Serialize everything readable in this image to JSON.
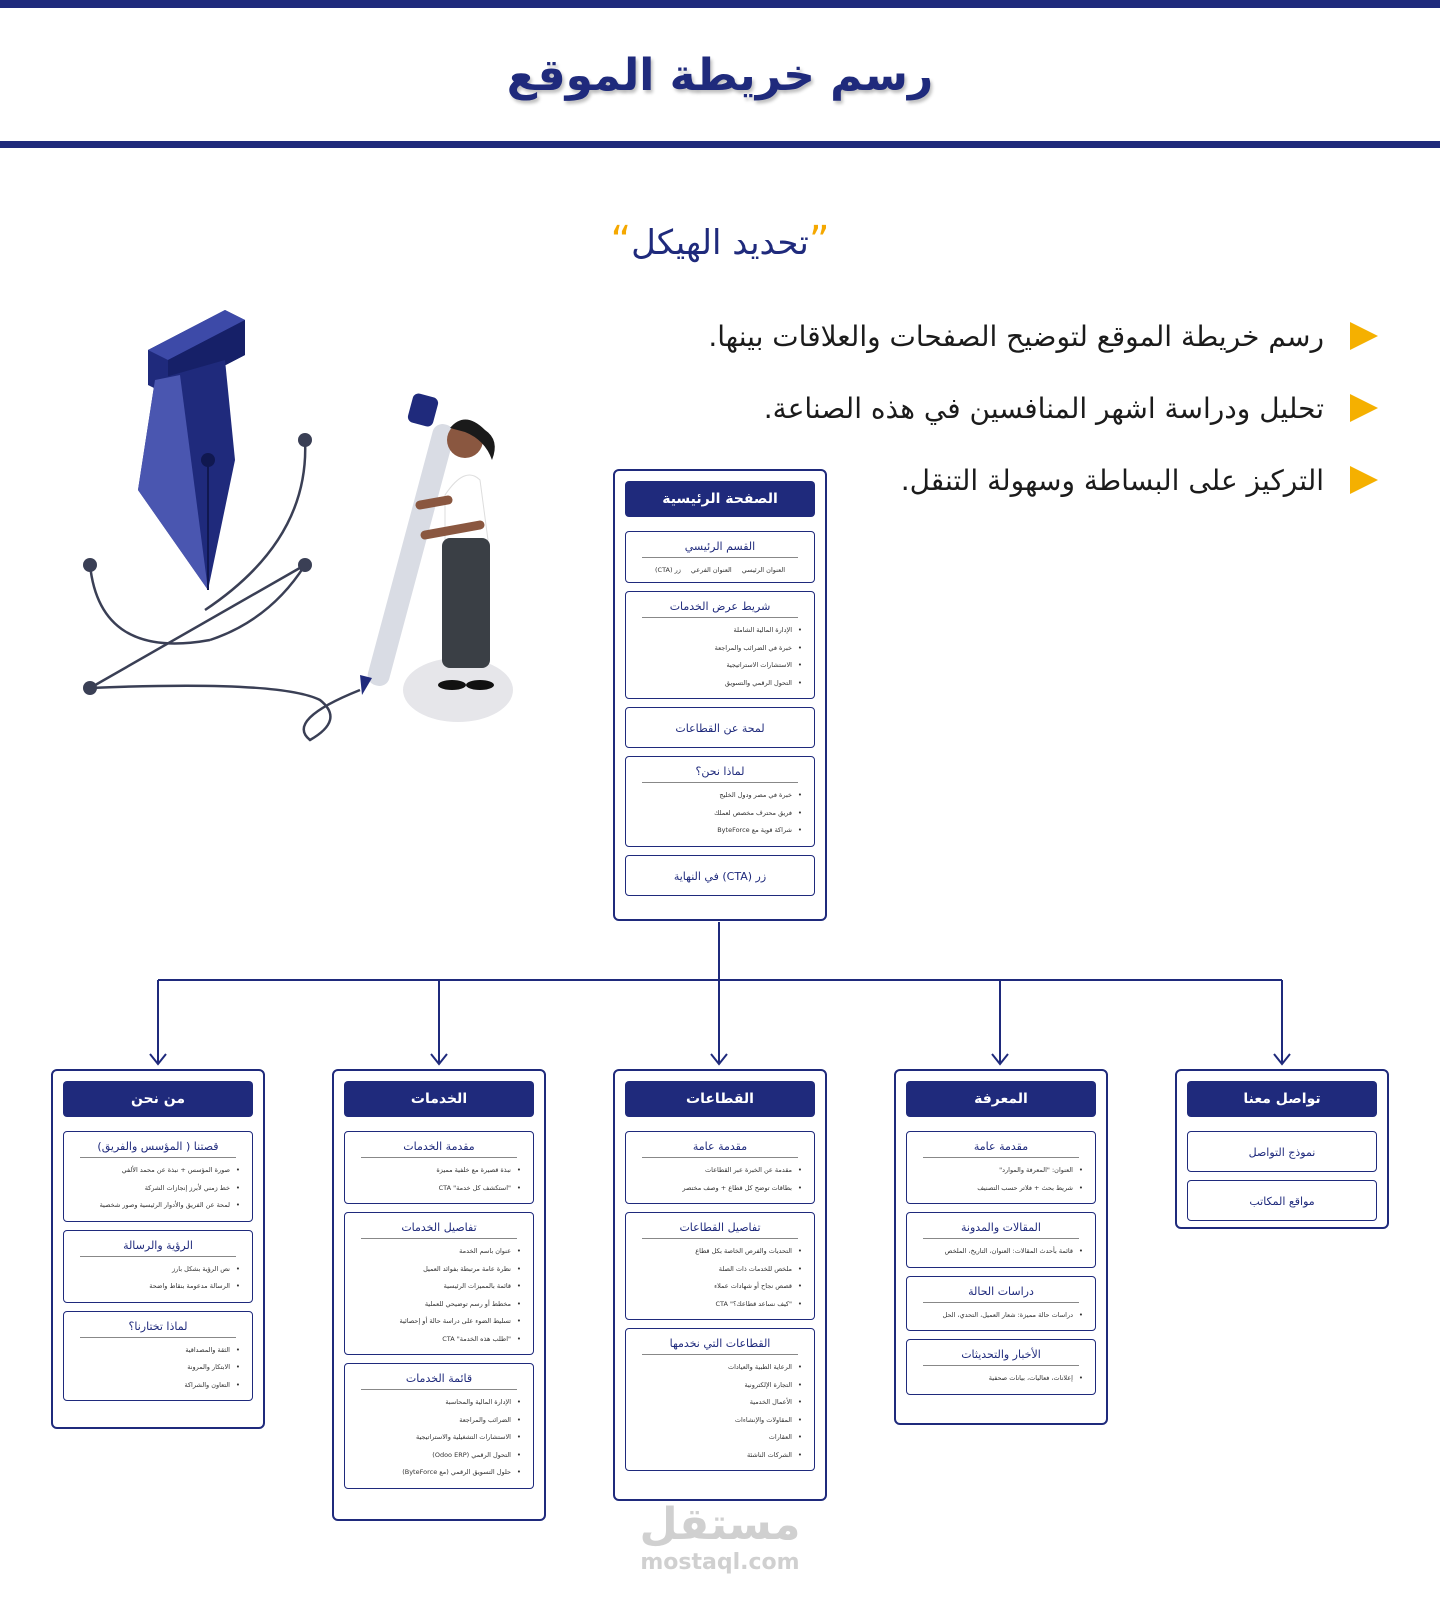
{
  "header": {
    "title": "رسم خريطة الموقع",
    "subtitle": "تحديد الهيكل",
    "quote_open": "“",
    "quote_close": "”"
  },
  "bullets": [
    "رسم خريطة الموقع لتوضيح الصفحات والعلاقات بينها.",
    "تحليل ودراسة اشهر المنافسين في هذه الصناعة.",
    "التركيز على البساطة وسهولة التنقل."
  ],
  "home": {
    "title": "الصفحة الرئيسية",
    "hero": {
      "title": "القسم الرئيسي",
      "items": [
        "العنوان الرئيسي",
        "العنوان الفرعي",
        "زر (CTA)"
      ]
    },
    "services_slider": {
      "title": "شريط عرض الخدمات",
      "items": [
        "الإدارة المالية الشاملة",
        "خبرة في الضرائب والمراجعة",
        "الاستشارات الاستراتيجية",
        "التحول الرقمي والتسويق"
      ]
    },
    "sectors_overview": {
      "title": "لمحة عن القطاعات"
    },
    "why_us": {
      "title": "لماذا نحن؟",
      "items": [
        "خبرة في مصر ودول الخليج",
        "فريق محترف مخصص لعملك",
        "شراكة قوية مع ByteForce"
      ]
    },
    "final_cta": {
      "title": "زر (CTA) في النهاية"
    }
  },
  "columns": {
    "about": {
      "title": "من نحن",
      "sections": [
        {
          "title": "قصتنا ( المؤسس والفريق)",
          "items": [
            "صورة المؤسس + نبذة عن محمد الألفي",
            "خط زمني لأبرز إنجازات الشركة",
            "لمحة عن الفريق والأدوار الرئيسية وصور شخصية"
          ]
        },
        {
          "title": "الرؤية والرسالة",
          "items": [
            "نص الرؤية بشكل بارز",
            "الرسالة مدعومة بنقاط واضحة"
          ]
        },
        {
          "title": "لماذا تختارنا؟",
          "items": [
            "الثقة والمصداقية",
            "الابتكار والمرونة",
            "التعاون والشراكة"
          ]
        }
      ]
    },
    "services": {
      "title": "الخدمات",
      "sections": [
        {
          "title": "مقدمة الخدمات",
          "items": [
            "نبذة قصيرة مع خلفية مميزة",
            "\"استكشف كل خدمة\" CTA"
          ]
        },
        {
          "title": "تفاصيل الخدمات",
          "items": [
            "عنوان باسم الخدمة",
            "نظرة عامة مرتبطة بفوائد العميل",
            "قائمة بالمميزات الرئيسية",
            "مخطط أو رسم توضيحي للعملية",
            "تسليط الضوء على دراسة حالة أو إحصائية",
            "\"اطلب هذه الخدمة\" CTA"
          ]
        },
        {
          "title": "قائمة الخدمات",
          "items": [
            "الإدارة المالية والمحاسبة",
            "الضرائب والمراجعة",
            "الاستشارات التشغيلية والاستراتيجية",
            "التحول الرقمي (Odoo ERP)",
            "حلول التسويق الرقمي (مع ByteForce)"
          ]
        }
      ]
    },
    "sectors": {
      "title": "القطاعات",
      "sections": [
        {
          "title": "مقدمة عامة",
          "items": [
            "مقدمة عن الخبرة عبر القطاعات",
            "بطاقات توضح كل قطاع + وصف مختصر"
          ]
        },
        {
          "title": "تفاصيل القطاعات",
          "items": [
            "التحديات والفرص الخاصة بكل قطاع",
            "ملخص للخدمات ذات الصلة",
            "قصص نجاح أو شهادات عملاء",
            "\"كيف نساعد قطاعك؟\" CTA"
          ]
        },
        {
          "title": "القطاعات التي نخدمها",
          "items": [
            "الرعاية الطبية والعيادات",
            "التجارة الإلكترونية",
            "الأعمال الخدمية",
            "المقاولات والإنشاءات",
            "العقارات",
            "الشركات الناشئة"
          ]
        }
      ]
    },
    "knowledge": {
      "title": "المعرفة",
      "sections": [
        {
          "title": "مقدمة عامة",
          "items": [
            "العنوان: \"المعرفة والموارد\"",
            "شريط بحث + فلاتر حسب التصنيف"
          ]
        },
        {
          "title": "المقالات والمدونة",
          "items": [
            "قائمة بأحدث المقالات: العنوان، التاريخ، الملخص"
          ]
        },
        {
          "title": "دراسات الحالة",
          "items": [
            "دراسات حالة مميزة: شعار العميل، التحدي، الحل"
          ]
        },
        {
          "title": "الأخبار والتحديثات",
          "items": [
            "إعلانات، فعاليات، بيانات صحفية"
          ]
        }
      ]
    },
    "contact": {
      "title": "تواصل معنا",
      "sections": [
        {
          "title": "نموذج التواصل"
        },
        {
          "title": "مواقع المكاتب"
        }
      ]
    }
  },
  "watermark": {
    "arabic": "مستقل",
    "english": "mostaql.com"
  },
  "colors": {
    "primary": "#1f2a7c",
    "accent": "#f5a800"
  }
}
